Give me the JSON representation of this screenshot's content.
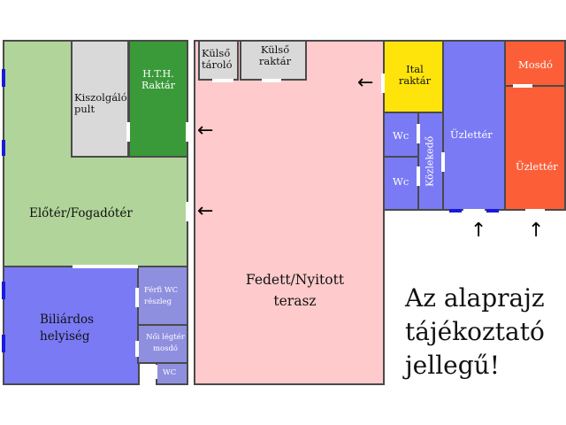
{
  "colors": {
    "green_light": "#b1d49a",
    "green_dark": "#3a9a3a",
    "gray": "#d9d9d9",
    "pink": "#fecacb",
    "yellow": "#ffe40b",
    "blue": "#7a7af5",
    "orange": "#fc5f38",
    "purple": "#8f8fe0",
    "window_blue": "#1a1ad8"
  },
  "rooms": {
    "kiszolgalo_pult": "Kiszolgáló pult",
    "hth_raktar": "H.T.H. Raktár",
    "eloter": "Előtér/Fogadótér",
    "biliardos": "Biliárdos helyiség",
    "ferfi_wc": "Férfi WC részleg",
    "noi_legter": "Női légtér mosdó",
    "wc_small": "WC",
    "kulso_tarolo": "Külső tároló",
    "kulso_raktar": "Külső raktár",
    "terasz": "Fedett/Nyitott terasz",
    "ital_raktar": "Ital raktár",
    "wc_1": "Wc",
    "wc_2": "Wc",
    "kozlekedo": "Közlekedő",
    "uzletter_blue": "Üzlettér",
    "mosdo": "Mosdó",
    "uzletter_orange": "Üzlettér"
  },
  "note": {
    "line1": "Az alaprajz",
    "line2": "tájékoztató",
    "line3": "jellegű!"
  },
  "arrow_glyphs": {
    "left": "←",
    "up": "↑"
  }
}
